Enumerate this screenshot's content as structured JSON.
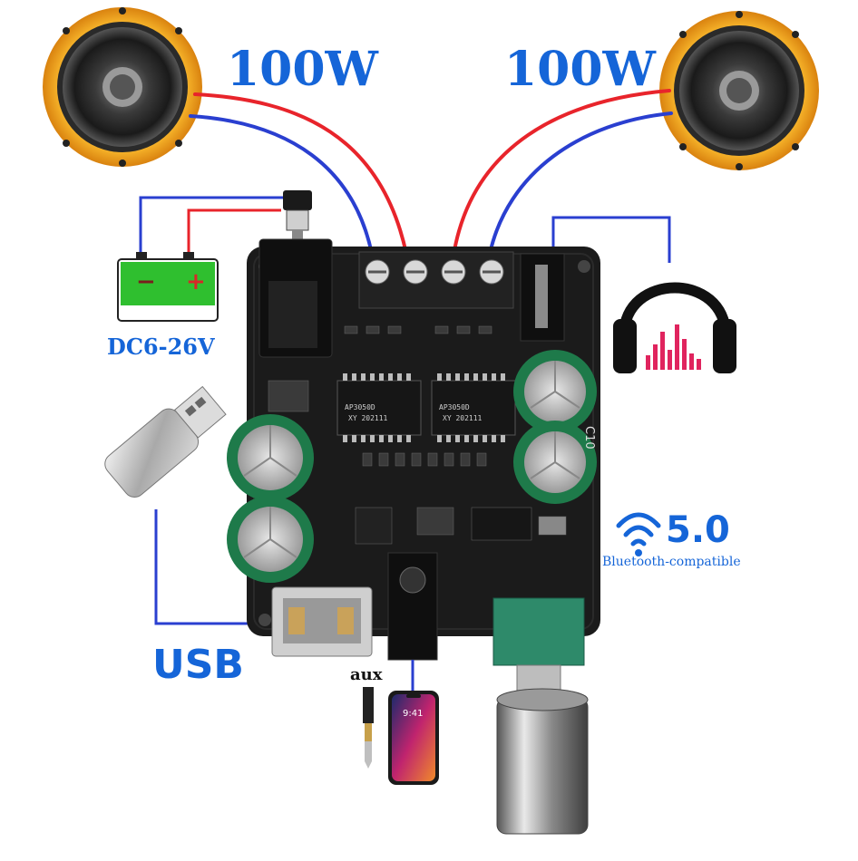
{
  "labels": {
    "left_speaker_power": "100W",
    "right_speaker_power": "100W",
    "power_input": "DC6-26V",
    "usb": "USB",
    "aux": "aux",
    "bluetooth_version": "5.0",
    "bluetooth_caption": "Bluetooth-compatible"
  },
  "battery": {
    "minus_symbol": "−",
    "plus_symbol": "+"
  },
  "board": {
    "chip_left": "AP3050D",
    "chip_right": "AP3050D",
    "chip_code": "XY 202111",
    "cap_marking": "C10"
  },
  "phone": {
    "clock": "9:41"
  },
  "colors": {
    "label_blue": "#1565d8",
    "wire_red": "#e8242b",
    "wire_blue": "#2a3fd0",
    "battery_green": "#2fbf2f",
    "speaker_orange": "#f4a21c",
    "board_black": "#1b1b1b",
    "capacitor_green": "#1e7a4a"
  },
  "icons": [
    "speaker-icon",
    "battery-icon",
    "usb-drive-icon",
    "headphones-icon",
    "wifi-icon",
    "smartphone-icon",
    "aux-plug-icon",
    "volume-knob-icon"
  ]
}
